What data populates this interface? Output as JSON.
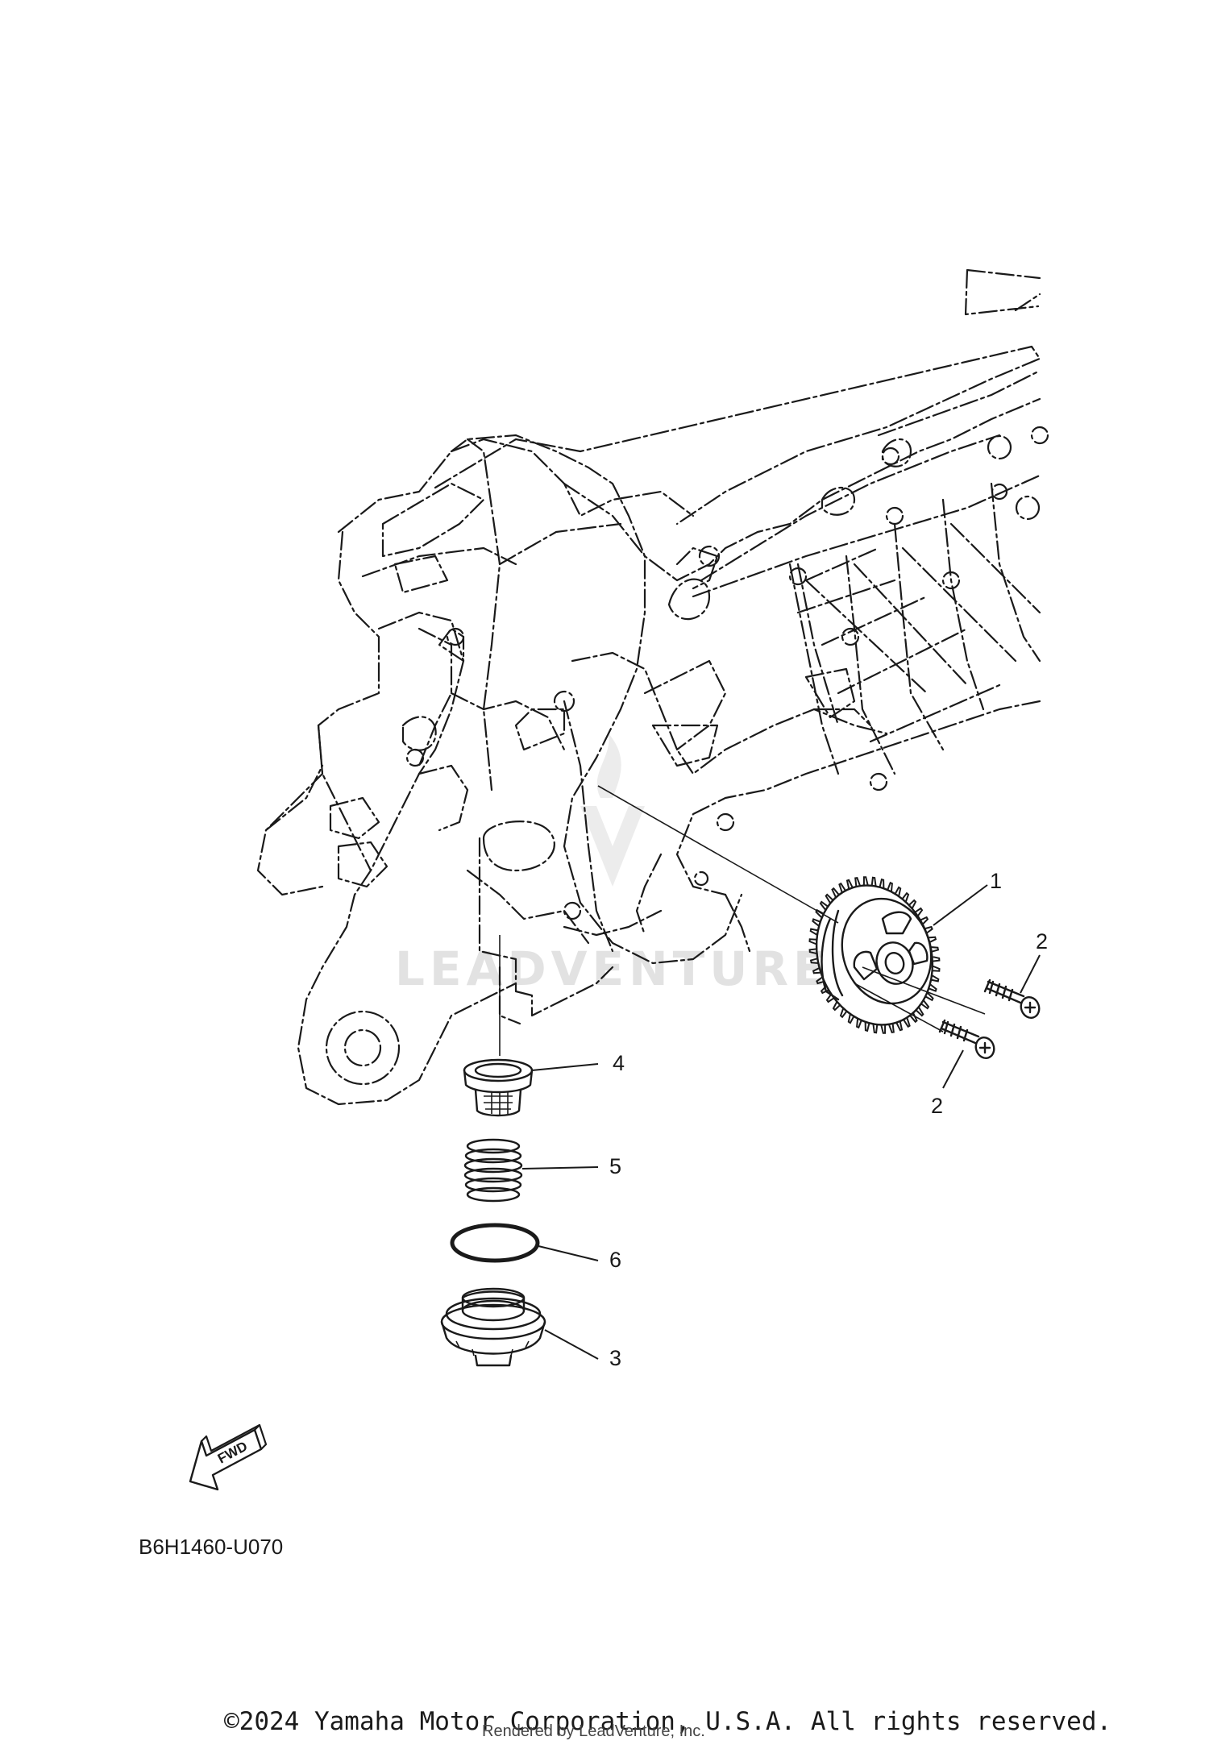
{
  "callouts": {
    "c1": "1",
    "c2a": "2",
    "c2b": "2",
    "c3": "3",
    "c4": "4",
    "c5": "5",
    "c6": "6"
  },
  "fwd_label": "FWD",
  "diagram_code": "B6H1460-U070",
  "watermark_text": "LEADVENTURE",
  "copyright": "©2024 Yamaha Motor Corporation, U.S.A. All rights reserved.",
  "rendered_by": "Rendered by LeadVenture, Inc."
}
